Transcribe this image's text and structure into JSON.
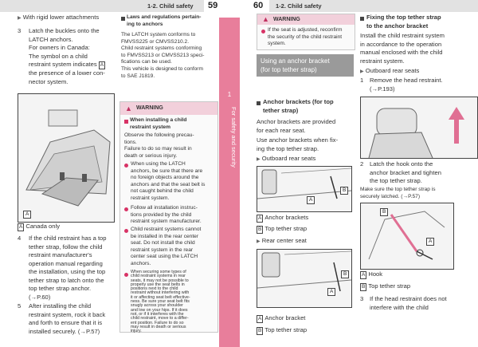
{
  "header": {
    "left_section": "1-2. Child safety",
    "left_page": "59",
    "right_page": "60",
    "right_section": "1-2. Child safety"
  },
  "side_tab": {
    "number": "1",
    "title": "For safety and security"
  },
  "col1": {
    "top_line": "With rigid lower attachments",
    "step3_num": "3",
    "step3_lines": [
      "Latch the buckles onto the",
      "LATCH anchors.",
      "For owners in Canada:",
      "The symbol on a child",
      "restraint system indicates",
      "the presence of a lower con-",
      "nector system."
    ],
    "step3_tag": "A",
    "fig_tag": "A",
    "caption_tag": "A",
    "caption": "Canada only",
    "step4_num": "4",
    "step4_lines": [
      "If the child restraint has a top",
      "tether strap, follow the child",
      "restraint manufacturer's",
      "operation manual regarding",
      "the installation, using the top",
      "tether strap to latch onto the",
      "top tether strap anchor.",
      "(→P.60)"
    ],
    "step5_num": "5",
    "step5_lines": [
      "After installing the child",
      "restraint system, rock it back",
      "and forth to ensure that it is",
      "installed securely. (→P.57)"
    ]
  },
  "col2": {
    "laws_title_lines": [
      "Laws and regulations pertain-",
      "ing to anchors"
    ],
    "laws_lines": [
      "The LATCH system conforms to",
      "FMVSS225 or CMVSS210.2.",
      "Child restraint systems conforming",
      "to FMVSS213 or CMVSS213 speci-",
      "fications can be used.",
      "This vehicle is designed to conform",
      "to SAE J1819."
    ],
    "warning_label": "WARNING",
    "warn_title_lines": [
      "When installing a child",
      "restraint system"
    ],
    "warn_intro_lines": [
      "Observe the following precau-",
      "tions.",
      "Failure to do so may result in",
      "death or serious injury."
    ],
    "bullets": [
      [
        "When using the LATCH",
        "anchors, be sure that there are",
        "no foreign objects around the",
        "anchors and that the seat belt is",
        "not caught behind the child",
        "restraint system."
      ],
      [
        "Follow all installation instruc-",
        "tions provided by the child",
        "restraint system manufacturer."
      ],
      [
        "Child restraint systems cannot",
        "be installed in the rear center",
        "seat. Do not install the child",
        "restraint system in the rear",
        "center seat using the LATCH",
        "anchors."
      ],
      [
        "When securing some types of",
        "child restraint systems in rear",
        "seats, it may not be possible to",
        "properly use the seat belts in",
        "positions next to the child",
        "restraint without interfering with",
        "it or affecting seat belt effective-",
        "ness. Be sure your seat belt fits",
        "snugly across your shoulder",
        "and low on your hips. If it does",
        "not, or if it interferes with the",
        "child restraint, move to a differ-",
        "ent position. Failure to do so",
        "may result in death or serious",
        "injury."
      ]
    ]
  },
  "col3": {
    "warning_label": "WARNING",
    "warn_lines": [
      "If the seat is adjusted, reconfirm",
      "the security of the child restraint",
      "system."
    ],
    "section_title_lines": [
      "Using an anchor bracket",
      "(for top tether strap)"
    ],
    "sub_title_lines": [
      "Anchor brackets (for top",
      "tether strap)"
    ],
    "para1_lines": [
      "Anchor brackets are provided",
      "for each rear seat."
    ],
    "para2_lines": [
      "Use anchor brackets when fix-",
      "ing the top tether strap."
    ],
    "outboard_label": "Outboard rear seats",
    "fig1_tag_a": "A",
    "fig1_tag_b": "B",
    "leg1_a_tag": "A",
    "leg1_a": "Anchor brackets",
    "leg1_b_tag": "B",
    "leg1_b": "Top tether strap",
    "center_label": "Rear center seat",
    "fig2_tag_a": "A",
    "fig2_tag_b": "B",
    "leg2_a_tag": "A",
    "leg2_a": "Anchor bracket",
    "leg2_b_tag": "B",
    "leg2_b": "Top tether strap"
  },
  "col4": {
    "title_lines": [
      "Fixing the top tether strap",
      "to the anchor bracket"
    ],
    "intro_lines": [
      "Install the child restraint system",
      "in accordance to the operation",
      "manual enclosed with the child",
      "restraint system."
    ],
    "outboard_label": "Outboard rear seats",
    "step1_num": "1",
    "step1_lines": [
      "Remove the head restraint.",
      "(→P.193)"
    ],
    "step2_num": "2",
    "step2_lines": [
      "Latch the hook onto the",
      "anchor bracket and tighten",
      "the top tether strap."
    ],
    "note_lines": [
      "Make sure the top tether strap is",
      "securely latched. (→P.57)"
    ],
    "fig_tag_a": "A",
    "fig_tag_b": "B",
    "leg_a_tag": "A",
    "leg_a": "Hook",
    "leg_b_tag": "B",
    "leg_b": "Top tether strap",
    "step3_num": "3",
    "step3_lines": [
      "If the head restraint does not",
      "interfere with the child"
    ]
  },
  "colors": {
    "accent": "#e87e9b",
    "warning_header": "#f2d0db",
    "bullet": "#d83366",
    "section_bar": "#9a9a9a"
  }
}
